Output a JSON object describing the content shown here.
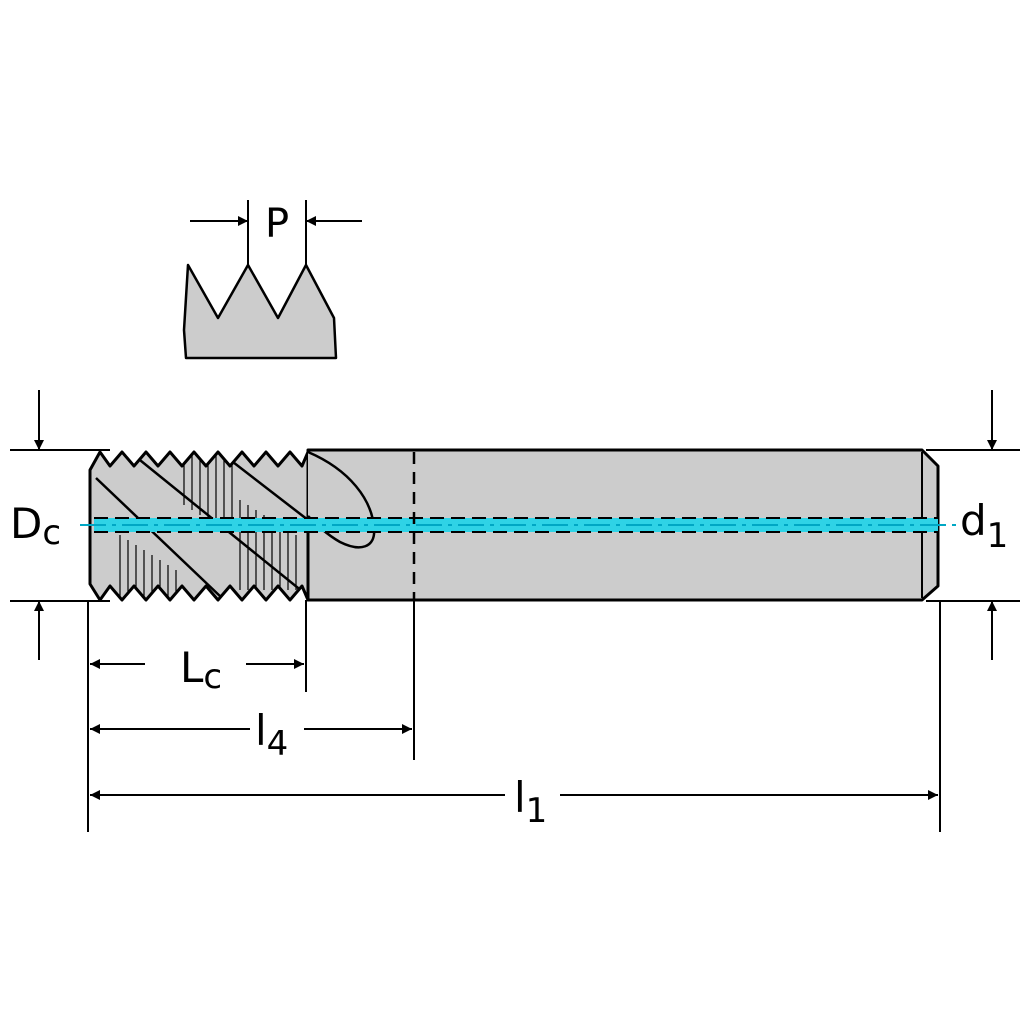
{
  "labels": {
    "pitch": "P",
    "cut_diameter": {
      "main": "D",
      "sub": "c"
    },
    "shank_diameter": {
      "main": "d",
      "sub": "1"
    },
    "cut_length": {
      "main": "L",
      "sub": "c"
    },
    "functional_length": {
      "main": "l",
      "sub": "4"
    },
    "overall_length": {
      "main": "l",
      "sub": "1"
    }
  },
  "colors": {
    "outline": "#000000",
    "body_fill": "#cccccc",
    "coolant_channel": "#2fd3e6",
    "background": "#ffffff"
  }
}
